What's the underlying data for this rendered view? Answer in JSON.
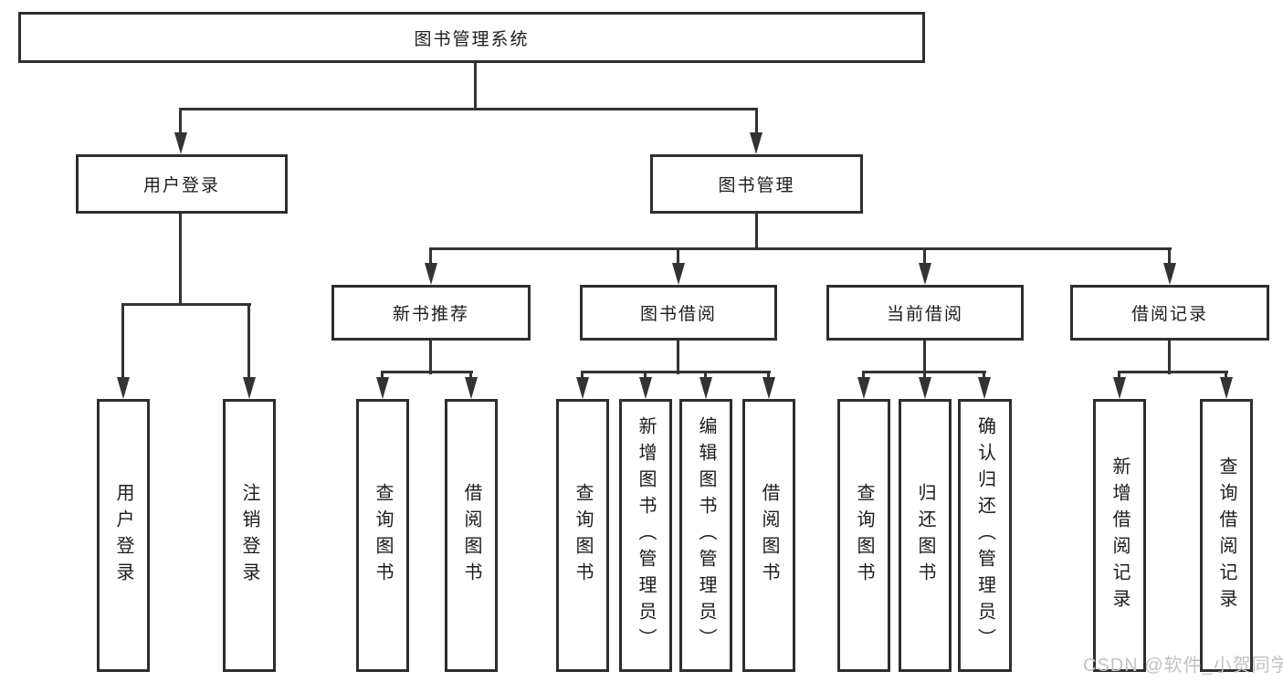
{
  "colors": {
    "background": "#ffffff",
    "line": "#333333",
    "box_border": "#2e2e2e",
    "text": "#1c1c1c",
    "watermark": "#c2c2c2"
  },
  "diagram": {
    "root": {
      "label": "图书管理系统"
    },
    "branches": [
      {
        "label": "用户登录",
        "children": [
          {
            "label": "用户登录"
          },
          {
            "label": "注销登录"
          }
        ]
      },
      {
        "label": "图书管理",
        "children": [
          {
            "label": "新书推荐",
            "children": [
              {
                "label": "查询图书"
              },
              {
                "label": "借阅图书"
              }
            ]
          },
          {
            "label": "图书借阅",
            "children": [
              {
                "label": "查询图书"
              },
              {
                "label": "新增图书（管理员）"
              },
              {
                "label": "编辑图书（管理员）"
              },
              {
                "label": "借阅图书"
              }
            ]
          },
          {
            "label": "当前借阅",
            "children": [
              {
                "label": "查询图书"
              },
              {
                "label": "归还图书"
              },
              {
                "label": "确认归还（管理员）"
              }
            ]
          },
          {
            "label": "借阅记录",
            "children": [
              {
                "label": "新增借阅记录"
              },
              {
                "label": "查询借阅记录"
              }
            ]
          }
        ]
      }
    ]
  },
  "watermark": {
    "text": "CSDN @软件_小贺同学"
  }
}
